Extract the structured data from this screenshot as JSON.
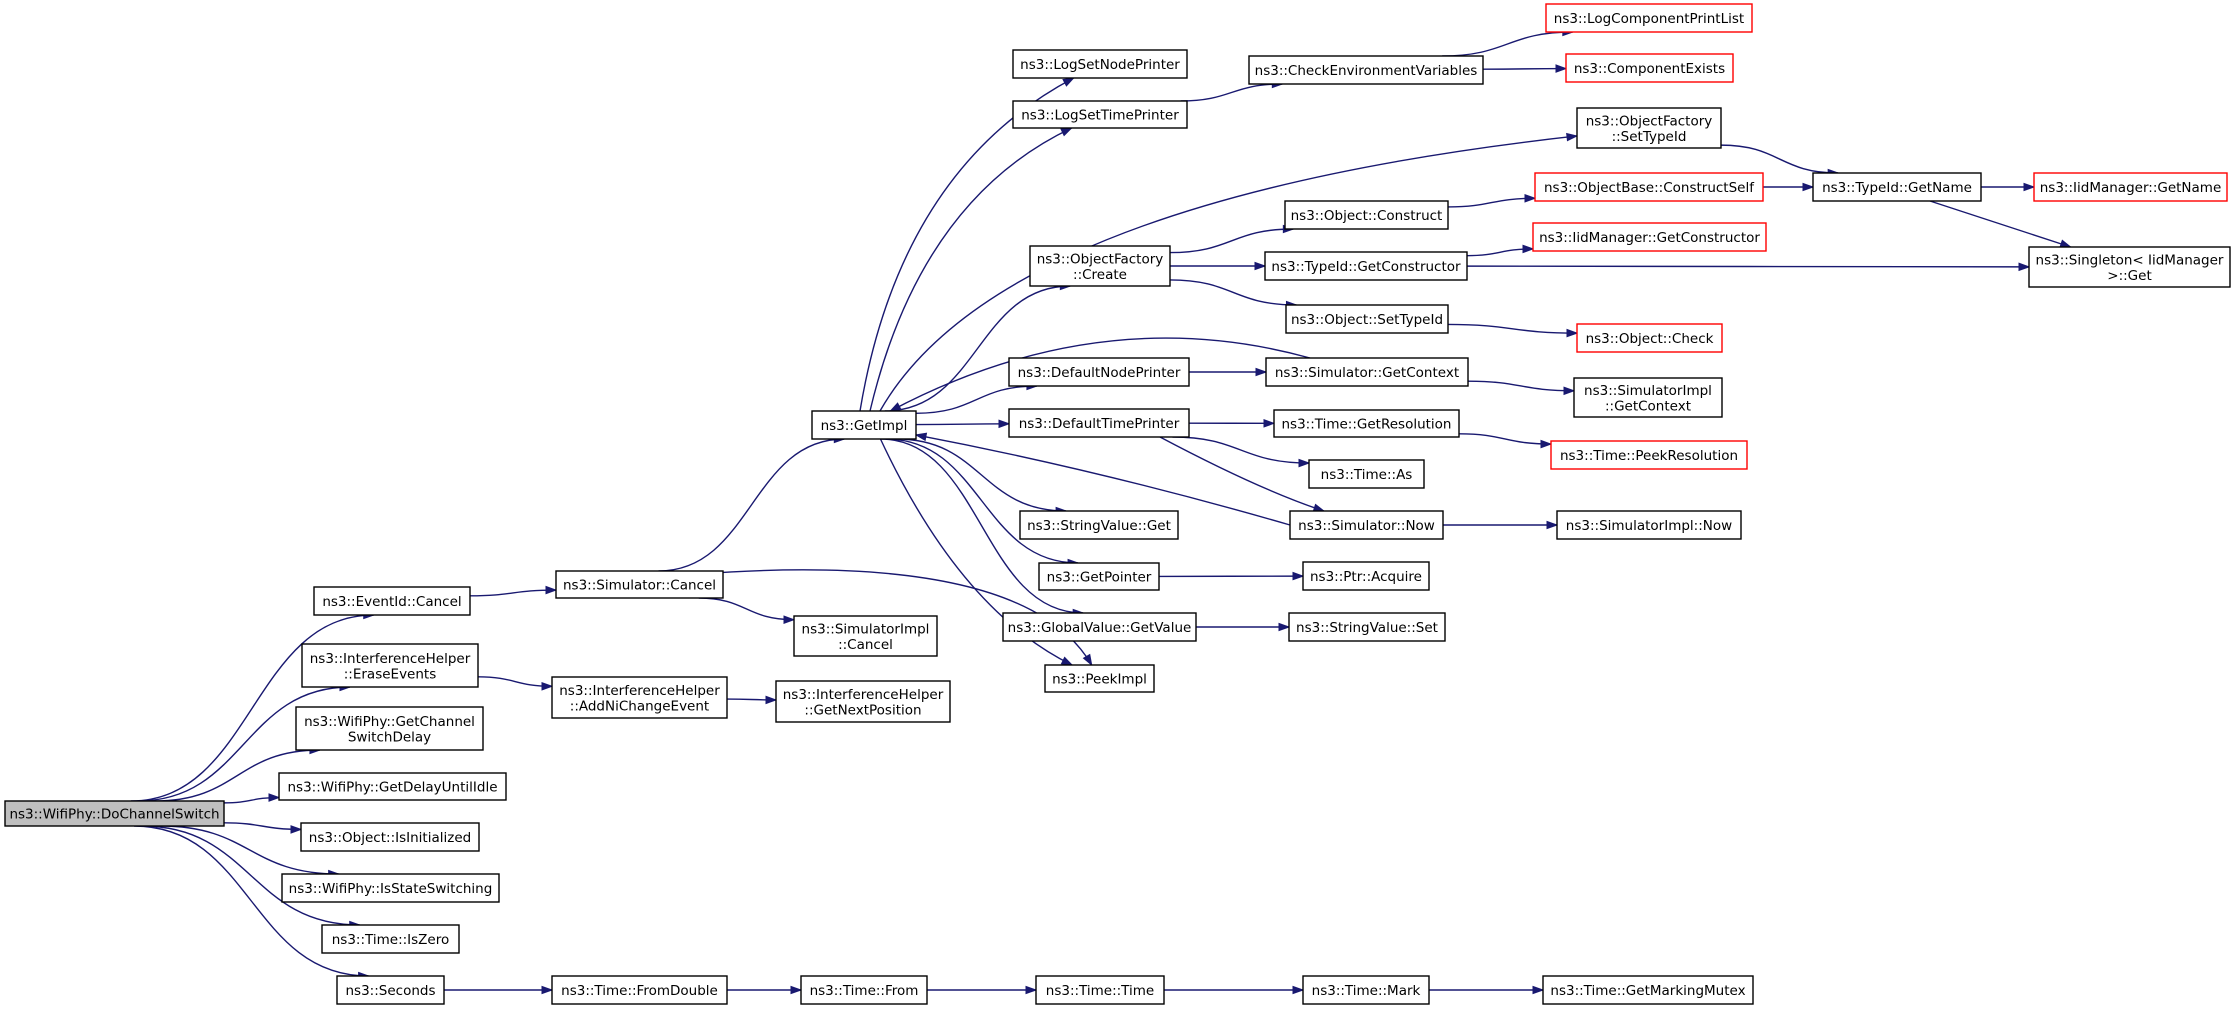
{
  "graph": {
    "title": "",
    "nodes": [
      {
        "id": "root",
        "label": [
          "ns3::WifiPhy::DoChannelSwitch"
        ],
        "style": "root"
      },
      {
        "id": "eventid_cancel",
        "label": [
          "ns3::EventId::Cancel"
        ]
      },
      {
        "id": "ih_erase",
        "label": [
          "ns3::InterferenceHelper",
          "::EraseEvents"
        ]
      },
      {
        "id": "wp_getchsw",
        "label": [
          "ns3::WifiPhy::GetChannel",
          "SwitchDelay"
        ]
      },
      {
        "id": "wp_getdelay",
        "label": [
          "ns3::WifiPhy::GetDelayUntilIdle"
        ]
      },
      {
        "id": "obj_isinit",
        "label": [
          "ns3::Object::IsInitialized"
        ]
      },
      {
        "id": "wp_isstatesw",
        "label": [
          "ns3::WifiPhy::IsStateSwitching"
        ]
      },
      {
        "id": "time_iszero",
        "label": [
          "ns3::Time::IsZero"
        ]
      },
      {
        "id": "seconds",
        "label": [
          "ns3::Seconds"
        ]
      },
      {
        "id": "sim_cancel",
        "label": [
          "ns3::Simulator::Cancel"
        ]
      },
      {
        "id": "ih_addni",
        "label": [
          "ns3::InterferenceHelper",
          "::AddNiChangeEvent"
        ]
      },
      {
        "id": "simimpl_cancel",
        "label": [
          "ns3::SimulatorImpl",
          "::Cancel"
        ]
      },
      {
        "id": "ih_getnext",
        "label": [
          "ns3::InterferenceHelper",
          "::GetNextPosition"
        ]
      },
      {
        "id": "getimpl",
        "label": [
          "ns3::GetImpl"
        ]
      },
      {
        "id": "logsetnode",
        "label": [
          "ns3::LogSetNodePrinter"
        ]
      },
      {
        "id": "logsettime",
        "label": [
          "ns3::LogSetTimePrinter"
        ]
      },
      {
        "id": "objfact_create",
        "label": [
          "ns3::ObjectFactory",
          "::Create"
        ]
      },
      {
        "id": "defnode",
        "label": [
          "ns3::DefaultNodePrinter"
        ]
      },
      {
        "id": "deftime",
        "label": [
          "ns3::DefaultTimePrinter"
        ]
      },
      {
        "id": "strval_get",
        "label": [
          "ns3::StringValue::Get"
        ]
      },
      {
        "id": "getpointer",
        "label": [
          "ns3::GetPointer"
        ]
      },
      {
        "id": "gv_getvalue",
        "label": [
          "ns3::GlobalValue::GetValue"
        ]
      },
      {
        "id": "peekimpl",
        "label": [
          "ns3::PeekImpl"
        ]
      },
      {
        "id": "checkenv",
        "label": [
          "ns3::CheckEnvironmentVariables"
        ]
      },
      {
        "id": "obj_construct",
        "label": [
          "ns3::Object::Construct"
        ]
      },
      {
        "id": "typeid_getctor",
        "label": [
          "ns3::TypeId::GetConstructor"
        ]
      },
      {
        "id": "obj_settypeid",
        "label": [
          "ns3::Object::SetTypeId"
        ]
      },
      {
        "id": "sim_getcontext",
        "label": [
          "ns3::Simulator::GetContext"
        ]
      },
      {
        "id": "time_getres",
        "label": [
          "ns3::Time::GetResolution"
        ]
      },
      {
        "id": "time_as",
        "label": [
          "ns3::Time::As"
        ]
      },
      {
        "id": "sim_now",
        "label": [
          "ns3::Simulator::Now"
        ]
      },
      {
        "id": "ptr_acquire",
        "label": [
          "ns3::Ptr::Acquire"
        ]
      },
      {
        "id": "strval_set",
        "label": [
          "ns3::StringValue::Set"
        ]
      },
      {
        "id": "logcomp_print",
        "label": [
          "ns3::LogComponentPrintList"
        ],
        "style": "missing"
      },
      {
        "id": "comp_exists",
        "label": [
          "ns3::ComponentExists"
        ],
        "style": "missing"
      },
      {
        "id": "objfact_settypeid",
        "label": [
          "ns3::ObjectFactory",
          "::SetTypeId"
        ]
      },
      {
        "id": "objbase_constructself",
        "label": [
          "ns3::ObjectBase::ConstructSelf"
        ],
        "style": "missing"
      },
      {
        "id": "iid_getctor",
        "label": [
          "ns3::IidManager::GetConstructor"
        ],
        "style": "missing"
      },
      {
        "id": "obj_check",
        "label": [
          "ns3::Object::Check"
        ],
        "style": "missing"
      },
      {
        "id": "simimpl_getcontext",
        "label": [
          "ns3::SimulatorImpl",
          "::GetContext"
        ]
      },
      {
        "id": "time_peekres",
        "label": [
          "ns3::Time::PeekResolution"
        ],
        "style": "missing"
      },
      {
        "id": "simimpl_now",
        "label": [
          "ns3::SimulatorImpl::Now"
        ]
      },
      {
        "id": "typeid_getname",
        "label": [
          "ns3::TypeId::GetName"
        ]
      },
      {
        "id": "iid_getname",
        "label": [
          "ns3::IidManager::GetName"
        ],
        "style": "missing"
      },
      {
        "id": "singleton_get",
        "label": [
          "ns3::Singleton< IidManager",
          " >::Get"
        ]
      },
      {
        "id": "time_fromdouble",
        "label": [
          "ns3::Time::FromDouble"
        ]
      },
      {
        "id": "time_from",
        "label": [
          "ns3::Time::From"
        ]
      },
      {
        "id": "time_time",
        "label": [
          "ns3::Time::Time"
        ]
      },
      {
        "id": "time_mark",
        "label": [
          "ns3::Time::Mark"
        ]
      },
      {
        "id": "time_getmarkmutex",
        "label": [
          "ns3::Time::GetMarkingMutex"
        ]
      }
    ],
    "edges": [
      [
        "root",
        "eventid_cancel"
      ],
      [
        "root",
        "ih_erase"
      ],
      [
        "root",
        "wp_getchsw"
      ],
      [
        "root",
        "wp_getdelay"
      ],
      [
        "root",
        "obj_isinit"
      ],
      [
        "root",
        "wp_isstatesw"
      ],
      [
        "root",
        "time_iszero"
      ],
      [
        "root",
        "seconds"
      ],
      [
        "eventid_cancel",
        "sim_cancel"
      ],
      [
        "sim_cancel",
        "getimpl"
      ],
      [
        "sim_cancel",
        "simimpl_cancel"
      ],
      [
        "sim_cancel",
        "peekimpl"
      ],
      [
        "ih_erase",
        "ih_addni"
      ],
      [
        "ih_addni",
        "ih_getnext"
      ],
      [
        "getimpl",
        "logsetnode"
      ],
      [
        "getimpl",
        "logsettime"
      ],
      [
        "getimpl",
        "objfact_settypeid"
      ],
      [
        "getimpl",
        "objfact_create"
      ],
      [
        "getimpl",
        "defnode"
      ],
      [
        "getimpl",
        "deftime"
      ],
      [
        "getimpl",
        "strval_get"
      ],
      [
        "getimpl",
        "getpointer"
      ],
      [
        "getimpl",
        "gv_getvalue"
      ],
      [
        "getimpl",
        "peekimpl"
      ],
      [
        "logsettime",
        "checkenv"
      ],
      [
        "checkenv",
        "logcomp_print"
      ],
      [
        "checkenv",
        "comp_exists"
      ],
      [
        "objfact_settypeid",
        "typeid_getname"
      ],
      [
        "objfact_create",
        "obj_construct"
      ],
      [
        "objfact_create",
        "typeid_getctor"
      ],
      [
        "objfact_create",
        "obj_settypeid"
      ],
      [
        "obj_construct",
        "objbase_constructself"
      ],
      [
        "objbase_constructself",
        "typeid_getname"
      ],
      [
        "typeid_getctor",
        "iid_getctor"
      ],
      [
        "typeid_getctor",
        "singleton_get"
      ],
      [
        "typeid_getname",
        "iid_getname"
      ],
      [
        "typeid_getname",
        "singleton_get"
      ],
      [
        "obj_settypeid",
        "obj_check"
      ],
      [
        "defnode",
        "sim_getcontext"
      ],
      [
        "sim_getcontext",
        "getimpl"
      ],
      [
        "sim_getcontext",
        "simimpl_getcontext"
      ],
      [
        "deftime",
        "time_getres"
      ],
      [
        "deftime",
        "time_as"
      ],
      [
        "deftime",
        "sim_now"
      ],
      [
        "time_getres",
        "time_peekres"
      ],
      [
        "sim_now",
        "getimpl"
      ],
      [
        "sim_now",
        "simimpl_now"
      ],
      [
        "getpointer",
        "ptr_acquire"
      ],
      [
        "gv_getvalue",
        "strval_set"
      ],
      [
        "seconds",
        "time_fromdouble"
      ],
      [
        "time_fromdouble",
        "time_from"
      ],
      [
        "time_from",
        "time_time"
      ],
      [
        "time_time",
        "time_mark"
      ],
      [
        "time_mark",
        "time_getmarkmutex"
      ]
    ]
  }
}
